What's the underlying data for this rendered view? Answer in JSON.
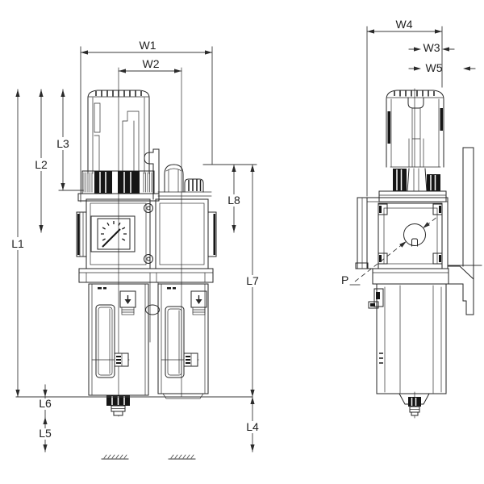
{
  "page": {
    "background": "#ffffff",
    "line_color": "#262626"
  },
  "drawing": {
    "type": "technical-dimension-drawing",
    "subject": "filter-regulator-lubricator-unit",
    "views": [
      "front",
      "side"
    ]
  },
  "labels": {
    "w1": "W1",
    "w2": "W2",
    "w3": "W3",
    "w4": "W4",
    "w5": "W5",
    "l1": "L1",
    "l2": "L2",
    "l3": "L3",
    "l4": "L4",
    "l5": "L5",
    "l6": "L6",
    "l7": "L7",
    "l8": "L8",
    "p": "P"
  }
}
